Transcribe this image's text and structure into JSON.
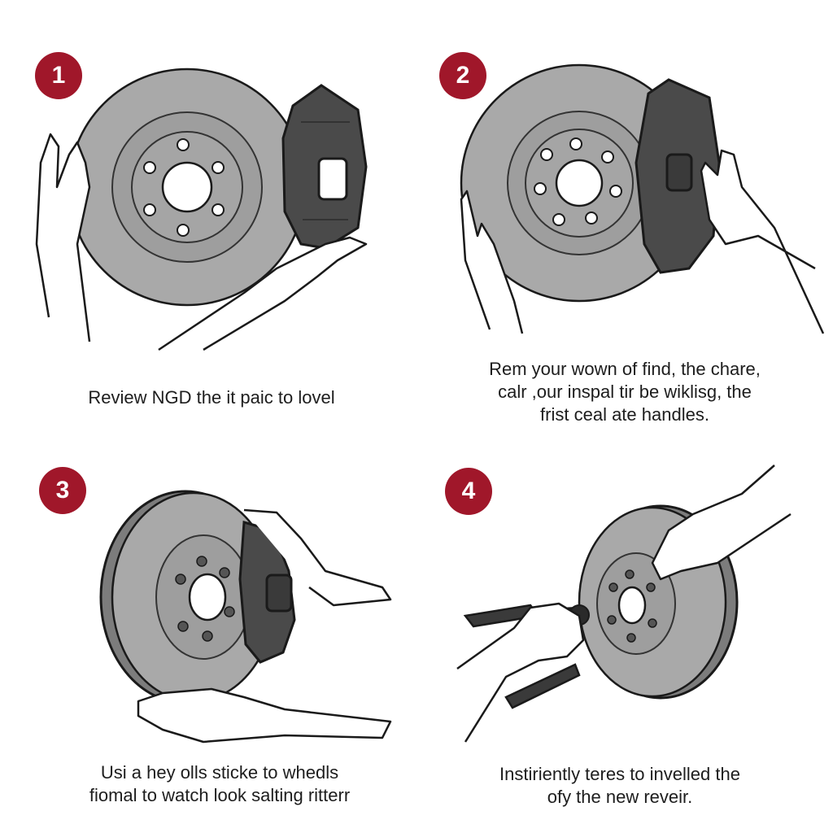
{
  "colors": {
    "badge": "#a0172a",
    "rotor": "#a9a9a9",
    "rotor_dark": "#7c7c7c",
    "caliper": "#4a4a4a",
    "outline": "#1a1a1a",
    "skin": "#ffffff"
  },
  "steps": [
    {
      "number": "1",
      "caption_lines": [
        "Review NGD the it paic to lovel"
      ]
    },
    {
      "number": "2",
      "caption_lines": [
        "Rem your wown of find, the chare,",
        "calr ,our inspal tir be wiklisg, the",
        "frist ceal ate handles."
      ]
    },
    {
      "number": "3",
      "caption_lines": [
        "Usi a hey olls sticke to whedls",
        "fiomal to watch look salting ritterr"
      ]
    },
    {
      "number": "4",
      "caption_lines": [
        "Instiriently teres to invelled the",
        "ofy the new reveir."
      ]
    }
  ],
  "icons": [
    "brake-rotor-icon",
    "brake-caliper-icon",
    "hand-icon",
    "wrench-tool-icon"
  ]
}
